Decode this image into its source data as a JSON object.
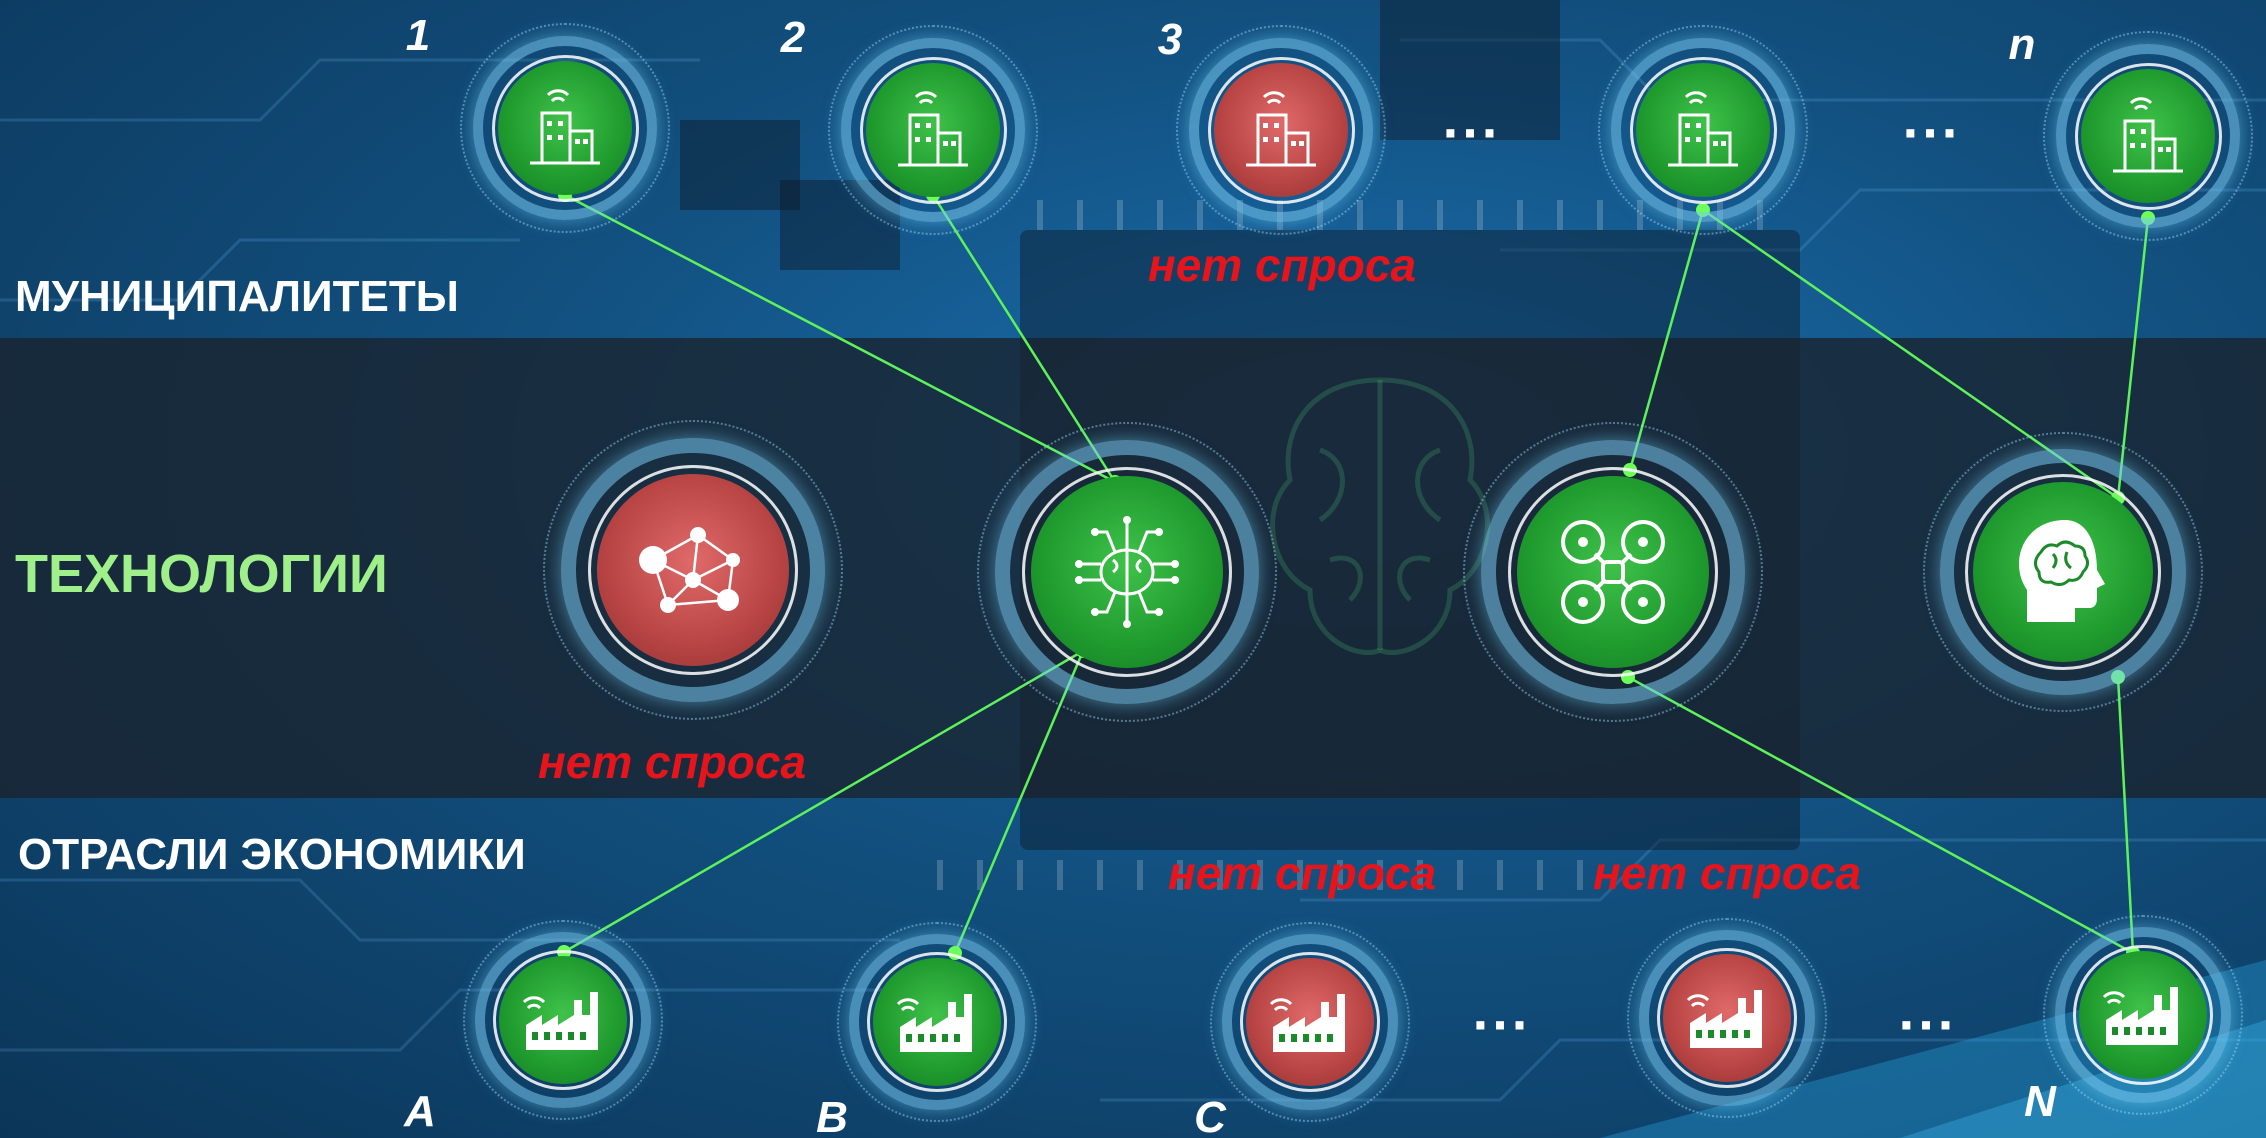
{
  "rows": {
    "municipalities": "МУНИЦИПАЛИТЕТЫ",
    "technologies": "ТЕХНОЛОГИИ",
    "industries": "ОТРАСЛИ ЭКОНОМИКИ"
  },
  "municipality_nodes": [
    {
      "label": "1",
      "status": "demand"
    },
    {
      "label": "2",
      "status": "demand"
    },
    {
      "label": "3",
      "status": "no-demand"
    },
    {
      "label": "",
      "status": "demand"
    },
    {
      "label": "n",
      "status": "demand"
    }
  ],
  "technology_nodes": [
    {
      "icon": "network-icon",
      "status": "no-demand"
    },
    {
      "icon": "ai-brain-circuit-icon",
      "status": "demand"
    },
    {
      "icon": "drone-icon",
      "status": "demand"
    },
    {
      "icon": "human-head-brain-icon",
      "status": "demand"
    }
  ],
  "industry_nodes": [
    {
      "label": "A",
      "status": "demand"
    },
    {
      "label": "B",
      "status": "demand"
    },
    {
      "label": "C",
      "status": "no-demand"
    },
    {
      "label": "",
      "status": "no-demand"
    },
    {
      "label": "N",
      "status": "demand"
    }
  ],
  "no_demand_label": "нет спроса",
  "ellipsis": "...",
  "colors": {
    "accent_green": "#5ef25a",
    "no_demand_red": "#e8141c",
    "tech_label": "#9ff08a"
  }
}
